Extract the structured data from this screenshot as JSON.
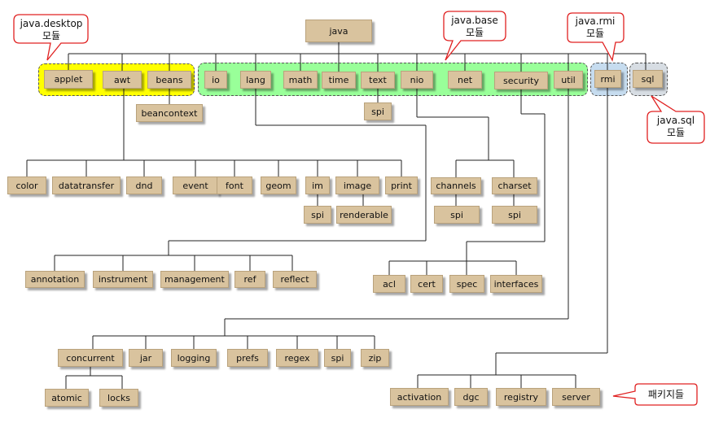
{
  "modules": {
    "desktop": [
      "java.desktop",
      "모듈"
    ],
    "base": [
      "java.base",
      "모듈"
    ],
    "rmi": [
      "java.rmi",
      "모듈"
    ],
    "sql": [
      "java.sql",
      "모듈"
    ]
  },
  "packages_label": "패키지들",
  "nodes": {
    "java": "java",
    "applet": "applet",
    "awt": "awt",
    "beans": "beans",
    "io": "io",
    "lang": "lang",
    "math": "math",
    "time": "time",
    "text": "text",
    "nio": "nio",
    "net": "net",
    "security": "security",
    "util": "util",
    "rmi": "rmi",
    "sql": "sql",
    "beancontext": "beancontext",
    "text_spi": "spi",
    "color": "color",
    "datatransfer": "datatransfer",
    "dnd": "dnd",
    "event": "event",
    "font": "font",
    "geom": "geom",
    "im": "im",
    "image": "image",
    "print": "print",
    "im_spi": "spi",
    "renderable": "renderable",
    "channels": "channels",
    "charset": "charset",
    "channels_spi": "spi",
    "charset_spi": "spi",
    "annotation": "annotation",
    "instrument": "instrument",
    "management": "management",
    "ref": "ref",
    "reflect": "reflect",
    "acl": "acl",
    "cert": "cert",
    "spec": "spec",
    "interfaces": "interfaces",
    "concurrent": "concurrent",
    "jar": "jar",
    "logging": "logging",
    "prefs": "prefs",
    "regex": "regex",
    "util_spi": "spi",
    "zip": "zip",
    "atomic": "atomic",
    "locks": "locks",
    "activation": "activation",
    "dgc": "dgc",
    "registry": "registry",
    "server": "server"
  }
}
